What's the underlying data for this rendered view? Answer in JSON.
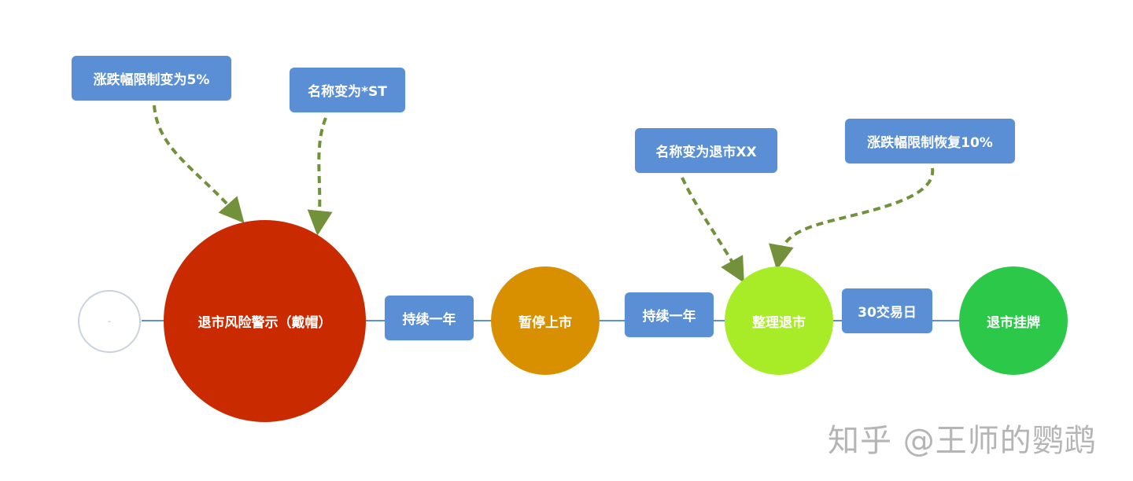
{
  "stages": {
    "start": "-",
    "risk_warning": "退市风险警示（戴帽）",
    "suspension": "暂停上市",
    "arrangement": "整理退市",
    "delisting": "退市挂牌"
  },
  "durations": {
    "d1": "持续一年",
    "d2": "持续一年",
    "d3": "30交易日"
  },
  "notes": {
    "limit_5": "涨跌幅限制变为5%",
    "name_st": "名称变为*ST",
    "name_xx": "名称变为退市XX",
    "limit_10": "涨跌幅限制恢复10%"
  },
  "watermark": "知乎 @王师的鹦鹉",
  "colors": {
    "risk": "#c92a00",
    "suspension": "#d89000",
    "arrangement": "#a8ec27",
    "delisting": "#2cc84a",
    "box": "#5a8fd6",
    "arrow": "#72913a"
  }
}
